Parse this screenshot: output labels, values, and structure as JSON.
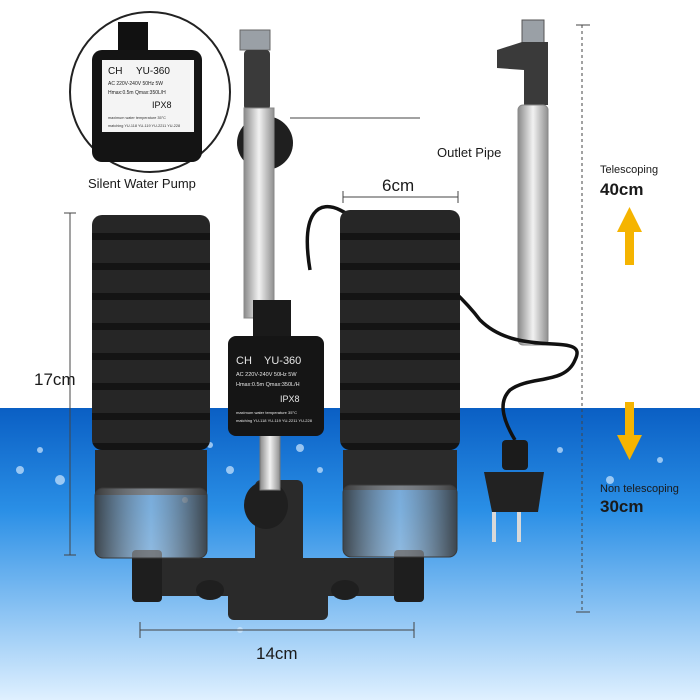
{
  "callouts": {
    "pump": "Silent Water Pump",
    "outlet": "Outlet Pipe"
  },
  "dimensions": {
    "width_top": "6cm",
    "height_left": "17cm",
    "width_bottom": "14cm"
  },
  "telescoping": {
    "label": "Telescoping",
    "value": "40cm"
  },
  "non_telescoping": {
    "label": "Non telescoping",
    "value": "30cm"
  },
  "pump_label": {
    "brand": "CH",
    "model": "YU-360",
    "spec1": "AC 220V-240V 50Hz 5W",
    "spec2": "Hmax:0.5m Qmax:350L/H",
    "rating": "IPX8",
    "note1": "maximum water temperature 35°C",
    "note2": "matching YU-118 YU-119 YU-2211 YU-228"
  },
  "colors": {
    "water": "#1e7fd8",
    "arrow": "#f5b400",
    "sponge": "#2e2e2e"
  }
}
